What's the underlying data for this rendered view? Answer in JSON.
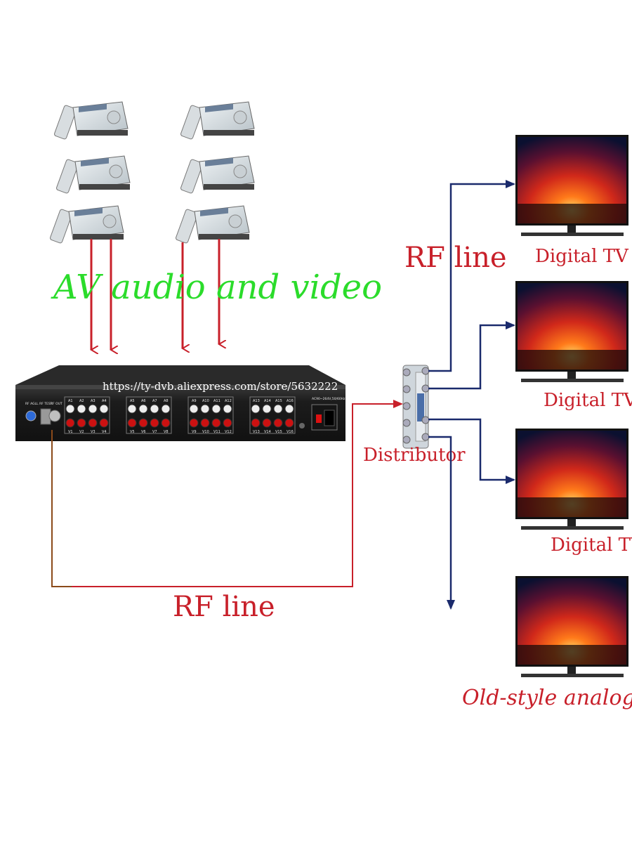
{
  "labels": {
    "av_audio_video": "AV audio and video",
    "rf_line_top": "RF line",
    "rf_line_bottom": "RF line",
    "distributor": "Distributor",
    "url": "https://ty-dvb.aliexpress.com/store/5632222",
    "tv1": "Digital TV",
    "tv2": "Digital TV",
    "tv3": "Digital TV",
    "tv4": "Old-style analog TV"
  },
  "device": {
    "port_labels": {
      "rf_in": "RF AGLL RF TEST",
      "rf_out": "RF OUT",
      "power": "AC90~264V,50/60Hz",
      "groups": [
        {
          "audio": [
            "A1",
            "A2",
            "A3",
            "A4"
          ],
          "video": [
            "V1",
            "V2",
            "V3",
            "V4"
          ]
        },
        {
          "audio": [
            "A5",
            "A6",
            "A7",
            "A8"
          ],
          "video": [
            "V5",
            "V6",
            "V7",
            "V8"
          ]
        },
        {
          "audio": [
            "A9",
            "A10",
            "A11",
            "A12"
          ],
          "video": [
            "V9",
            "V10",
            "V11",
            "V12"
          ]
        },
        {
          "audio": [
            "A13",
            "A14",
            "A15",
            "A16"
          ],
          "video": [
            "V13",
            "V14",
            "V15",
            "V16"
          ]
        }
      ]
    }
  },
  "colors": {
    "red_arrow": "#c8202a",
    "green_text": "#2bdc2b",
    "blue_line": "#1a2a6c",
    "brown_line": "#8b4a1a",
    "device_body": "#1e1e1e"
  }
}
